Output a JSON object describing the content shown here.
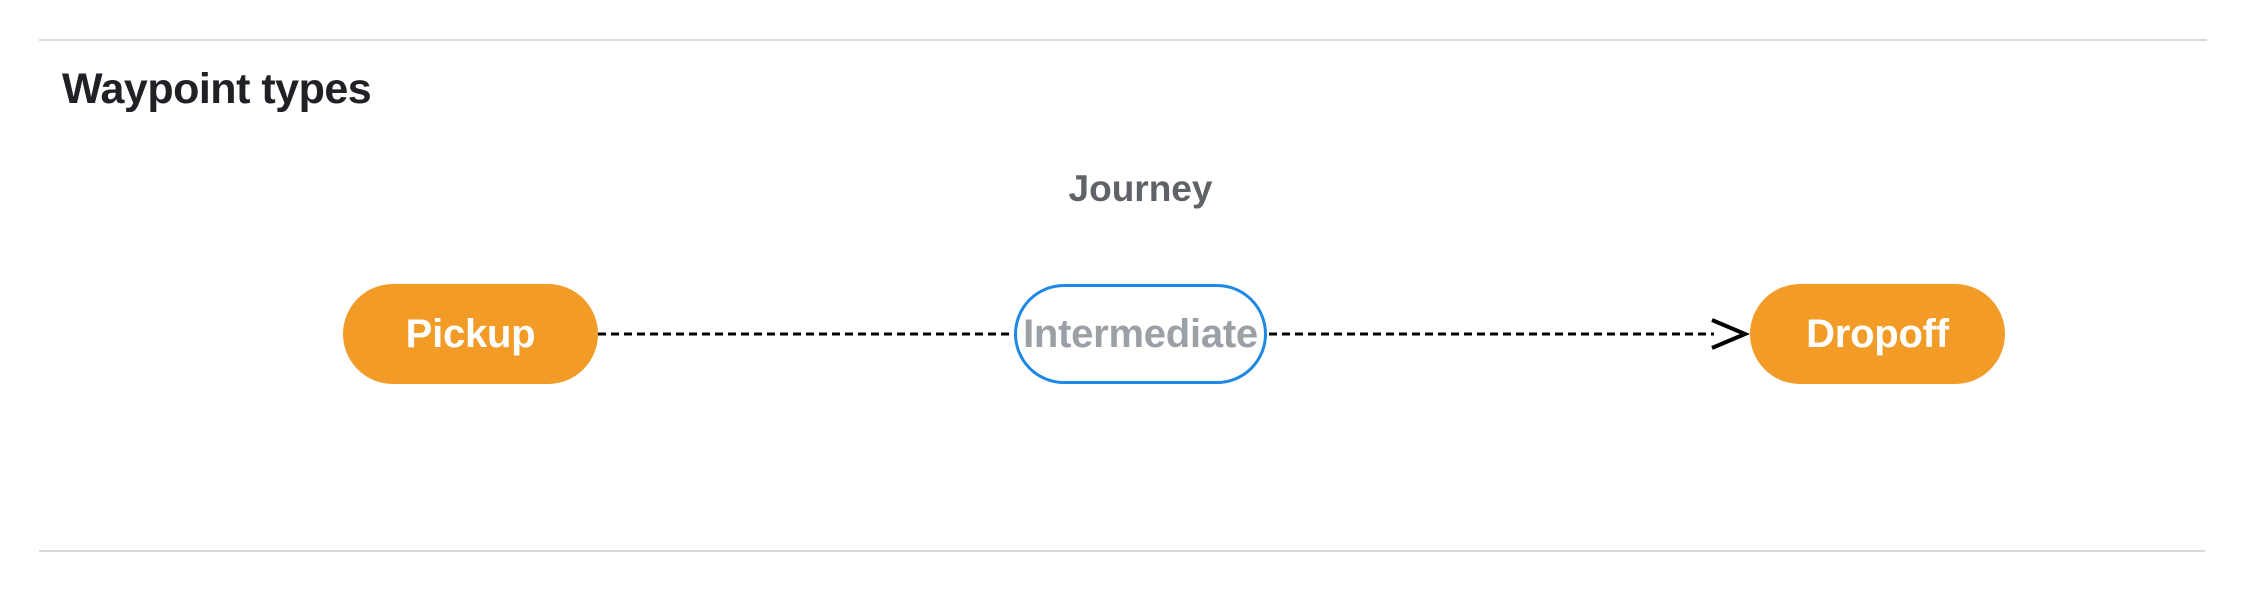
{
  "page": {
    "title": "Waypoint types"
  },
  "diagram": {
    "label": "Journey",
    "nodes": [
      {
        "id": "pickup",
        "label": "Pickup",
        "kind": "terminal"
      },
      {
        "id": "intermediate",
        "label": "Intermediate",
        "kind": "via"
      },
      {
        "id": "dropoff",
        "label": "Dropoff",
        "kind": "terminal"
      }
    ],
    "edges": [
      {
        "from": "pickup",
        "to": "intermediate",
        "style": "dashed",
        "arrowhead": "none"
      },
      {
        "from": "intermediate",
        "to": "dropoff",
        "style": "dashed",
        "arrowhead": "vee"
      }
    ],
    "colors": {
      "terminal_fill": "#F29B27",
      "terminal_text": "#FFFFFF",
      "via_border": "#1E88E5",
      "via_fill": "#FFFFFF",
      "via_text": "#9AA0A6",
      "edge_stroke": "#000000",
      "journey_label_text": "#5F6368",
      "heading_text": "#202124",
      "divider": "#D9D9D9"
    }
  }
}
